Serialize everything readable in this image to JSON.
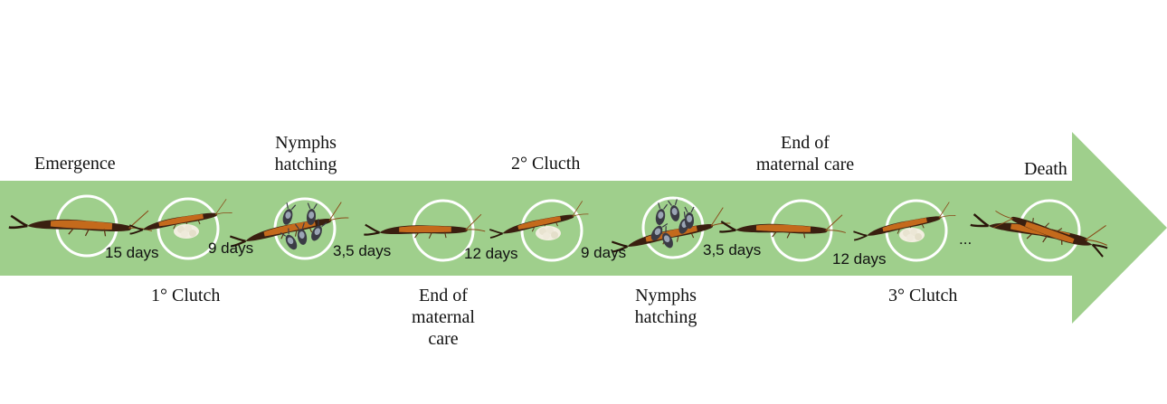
{
  "colors": {
    "arrow": "#9fcf8c",
    "ring": "#ffffff",
    "text": "#111111"
  },
  "stages_top": {
    "emergence": "Emergence",
    "nymphs_hatching_1": [
      "Nymphs",
      "hatching"
    ],
    "second_clutch": "2° Clucth",
    "end_maternal_care_2": [
      "End of",
      "maternal care"
    ],
    "death": "Death"
  },
  "stages_bottom": {
    "first_clutch": "1° Clutch",
    "end_maternal_care_1": [
      "End of",
      "maternal",
      "care"
    ],
    "nymphs_hatching_2": [
      "Nymphs",
      "hatching"
    ],
    "third_clutch": "3° Clutch"
  },
  "intervals": [
    "15 days",
    "9 days",
    "3,5 days",
    "12 days",
    "9 days",
    "3,5 days",
    "12 days"
  ],
  "continuation": "...",
  "icons": [
    "earwig-adult-icon",
    "earwig-with-egg-clutch-icon",
    "earwig-with-nymphs-icon",
    "earwig-adult-icon",
    "earwig-with-egg-clutch-icon",
    "earwig-with-nymphs-icon",
    "earwig-adult-icon",
    "earwig-with-egg-clutch-icon",
    "dead-earwig-icon"
  ]
}
